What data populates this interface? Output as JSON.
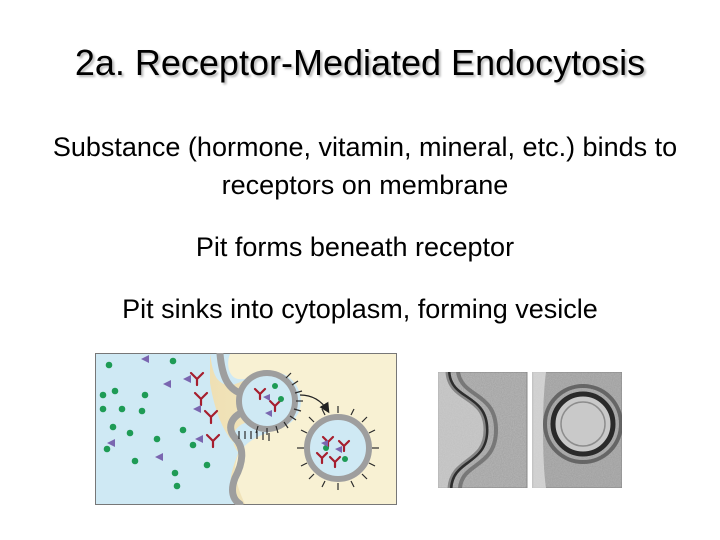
{
  "slide": {
    "title": "2a.  Receptor-Mediated Endocytosis",
    "bullets": [
      "Substance (hormone, vitamin, mineral, etc.) binds to receptors on membrane",
      "Pit forms beneath receptor",
      "Pit sinks into cytoplasm, forming vesicle"
    ]
  },
  "colors": {
    "extracellular": "#cfe9f4",
    "cytoplasm": "#f8f1d3",
    "membrane": "#9e9e9e",
    "receptor": "#a61e2e",
    "ligand_dot": "#1e9b55",
    "ligand_triangle": "#7a66b0",
    "coat": "#2b2b2b"
  }
}
